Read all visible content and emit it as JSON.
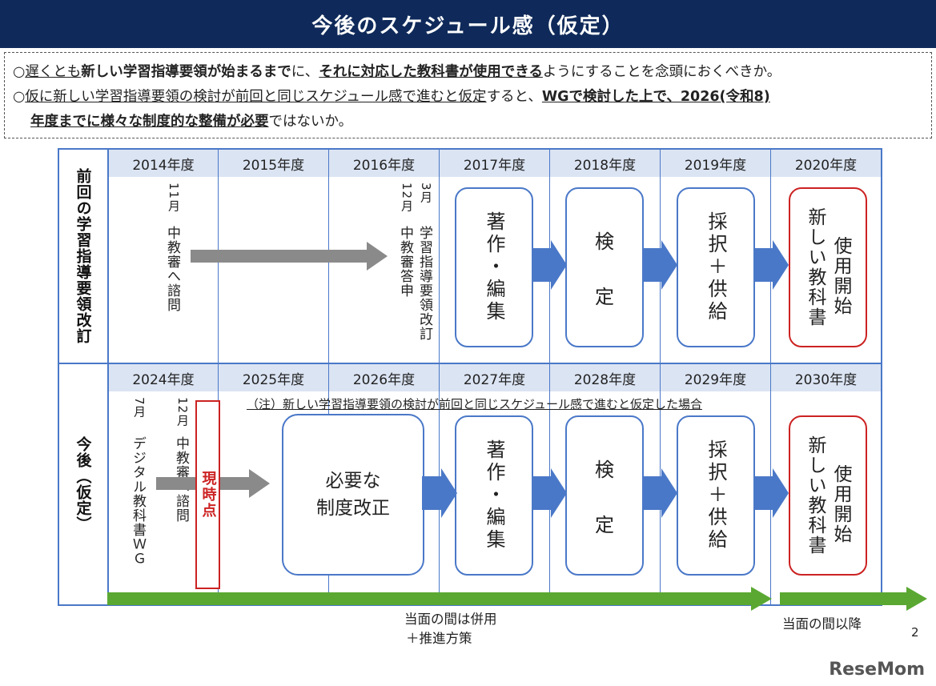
{
  "title": "今後のスケジュール感（仮定）",
  "notes": {
    "line1": [
      {
        "t": "○",
        "s": ""
      },
      {
        "t": "遅くとも",
        "s": "ul"
      },
      {
        "t": "新しい学習指導要領が始まるまで",
        "s": "bold"
      },
      {
        "t": "に、",
        "s": ""
      },
      {
        "t": "それに対応した教科書が使用できる",
        "s": "bold ul"
      },
      {
        "t": "ようにすることを念頭におくべきか。",
        "s": ""
      }
    ],
    "line2": [
      {
        "t": "○",
        "s": ""
      },
      {
        "t": "仮に新しい学習指導要領の検討が前回と同じスケジュール感で進むと仮定",
        "s": "ul"
      },
      {
        "t": "すると、",
        "s": ""
      },
      {
        "t": "WGで検討した上で、2026(令和8)",
        "s": "bold ul"
      }
    ],
    "line3": [
      {
        "t": "年度までに様々な制度的な整備が必要",
        "s": "bold ul"
      },
      {
        "t": "ではないか。",
        "s": ""
      }
    ]
  },
  "rows": {
    "previous": {
      "header": "前回の学習指導要領改訂",
      "years": [
        "2014年度",
        "2015年度",
        "2016年度",
        "2017年度",
        "2018年度",
        "2019年度",
        "2020年度"
      ],
      "event_nov_month": "11月",
      "event_nov_text": "中教審へ諮問",
      "event_dec_month": "12月",
      "event_dec_text": "中教審答申",
      "event_mar_month": "3月",
      "event_mar_text": "学習指導要領改訂",
      "stage1": "著作・編集",
      "stage2_a": "検",
      "stage2_b": "定",
      "stage3": "採択＋供給",
      "stage4_a": "新しい教科書",
      "stage4_b": "使用開始"
    },
    "future": {
      "header": "今後（仮定）",
      "years": [
        "2024年度",
        "2025年度",
        "2026年度",
        "2027年度",
        "2028年度",
        "2029年度",
        "2030年度"
      ],
      "note": "（注）新しい学習指導要領の検討が前回と同じスケジュール感で進むと仮定した場合",
      "event_jul_month": "7月",
      "event_jul_text": "デジタル教科書ＷＧ",
      "event_dec_month": "12月",
      "event_dec_text": "中教審へ諮問",
      "now_label": "現時点",
      "reform_line1": "必要な",
      "reform_line2": "制度改正",
      "stage1": "著作・編集",
      "stage2_a": "検",
      "stage2_b": "定",
      "stage3": "採択＋供給",
      "stage4_a": "新しい教科書",
      "stage4_b": "使用開始"
    }
  },
  "bottom": {
    "left_line1": "当面の間は併用",
    "left_line2": "＋推進方策",
    "right": "当面の間以降",
    "page_number": "2"
  },
  "logo": "ReseMom",
  "colors": {
    "title_bg": "#0f2a5a",
    "grid": "#4a78c8",
    "year_bg": "#dbe4f3",
    "accent_red": "#cc2222",
    "green": "#5aa832",
    "gray_arrow": "#8a8a8a"
  }
}
